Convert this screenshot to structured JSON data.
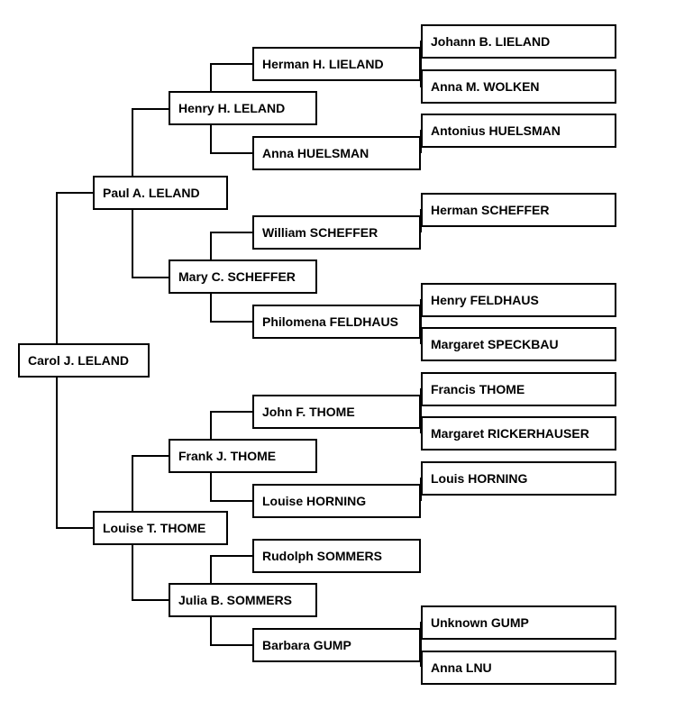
{
  "pedigree": {
    "root": "Carol J. LELAND",
    "father": "Paul A. LELAND",
    "mother": "Louise T. THOME",
    "paternal_grandfather": "Henry H. LELAND",
    "paternal_grandmother": "Mary C. SCHEFFER",
    "maternal_grandfather": "Frank J. THOME",
    "maternal_grandmother": "Julia B. SOMMERS",
    "gen3": [
      "Herman H. LIELAND",
      "Anna HUELSMAN",
      "William  SCHEFFER",
      "Philomena FELDHAUS",
      "John F. THOME",
      "Louise HORNING",
      "Rudolph SOMMERS",
      "Barbara GUMP"
    ],
    "gen4": [
      "Johann B. LIELAND",
      "Anna M. WOLKEN",
      "Antonius HUELSMAN",
      "Herman SCHEFFER",
      "Henry FELDHAUS",
      "Margaret SPECKBAU",
      "Francis THOME",
      "Margaret RICKERHAUSER",
      "Louis HORNING",
      "Unknown GUMP",
      "Anna LNU"
    ]
  },
  "colors": {
    "line": "#000000",
    "box_border": "#000000",
    "background": "#ffffff"
  }
}
